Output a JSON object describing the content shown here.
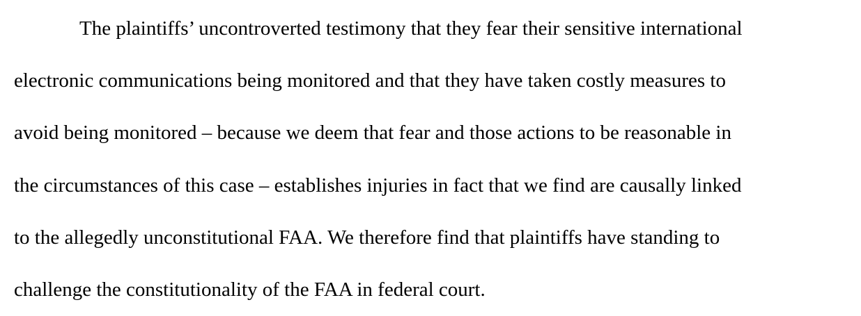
{
  "paragraph": {
    "lines": [
      "The plaintiffs’ uncontroverted testimony that they fear their sensitive international",
      "electronic communications being monitored and that they have taken costly measures to",
      "avoid being monitored – because we deem that fear and those actions to be reasonable in",
      "the circumstances of this case – establishes injuries in fact that we find are causally linked",
      "to the allegedly unconstitutional FAA.  We therefore find that plaintiffs have standing to",
      "challenge the constitutionality of the FAA in federal court."
    ]
  }
}
